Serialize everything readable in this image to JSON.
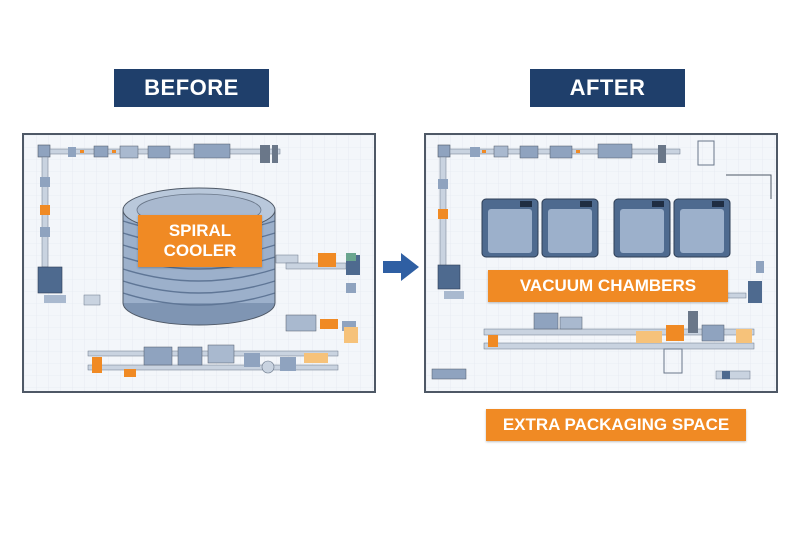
{
  "before": {
    "title": "BEFORE",
    "label": "SPIRAL COOLER"
  },
  "after": {
    "title": "AFTER",
    "label_chambers": "VACUUM CHAMBERS",
    "label_space": "EXTRA PACKAGING SPACE"
  },
  "colors": {
    "title_bg": "#1f3f6b",
    "accent": "#f08a24",
    "equipment": "#8fa3bf",
    "floor": "#f3f6fa"
  },
  "icons": {
    "transition": "arrow-right-icon"
  }
}
